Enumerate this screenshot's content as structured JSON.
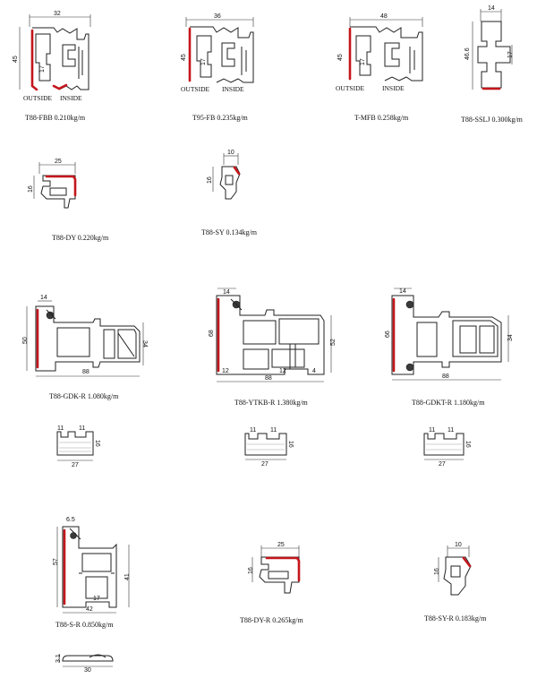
{
  "profiles": {
    "fbb": {
      "caption": "T88-FBB 0.210kg/m",
      "width": "32",
      "height": "45",
      "inner": "17",
      "outside": "OUTSIDE",
      "inside": "INSIDE"
    },
    "fb": {
      "caption": "T95-FB 0.235kg/m",
      "width": "36",
      "height": "45",
      "inner": "17",
      "outside": "OUTSIDE",
      "inside": "INSIDE"
    },
    "mfb": {
      "caption": "T-MFB 0.258kg/m",
      "width": "48",
      "height": "45",
      "inner": "17",
      "outside": "OUTSIDE",
      "inside": "INSIDE"
    },
    "sslj": {
      "caption": "T88-SSLJ 0.300kg/m",
      "width": "14",
      "height": "46.6",
      "inner": "17"
    },
    "dy": {
      "caption": "T88-DY 0.220kg/m",
      "width": "25",
      "height": "16"
    },
    "sy": {
      "caption": "T88-SY 0.134kg/m",
      "width": "10",
      "height": "16"
    },
    "gdk": {
      "caption": "T88-GDK-R 1.080kg/m",
      "top": "14",
      "left": "50",
      "right": "34",
      "bottom": "88"
    },
    "ytkb": {
      "caption": "T88-YTKB-R 1.380kg/m",
      "top": "14",
      "left": "68",
      "right": "52",
      "bottom": "88",
      "low1": "12",
      "low2": "12",
      "low3": "4"
    },
    "gdkt": {
      "caption": "T88-GDKT-R 1.180kg/m",
      "top": "14",
      "left": "66",
      "right": "34",
      "bottom": "88"
    },
    "ins1": {
      "top1": "11",
      "top2": "11",
      "side": "16",
      "bottom": "27"
    },
    "ins2": {
      "top1": "11",
      "top2": "11",
      "side": "16",
      "bottom": "27"
    },
    "ins3": {
      "top1": "11",
      "top2": "11",
      "side": "16",
      "bottom": "27"
    },
    "sr": {
      "caption": "T88-S-R 0.850kg/m",
      "top": "6.5",
      "left": "57",
      "right": "41",
      "inner": "17",
      "bottom": "42"
    },
    "dyr": {
      "caption": "T88-DY-R 0.265kg/m",
      "width": "25",
      "height": "16"
    },
    "syr": {
      "caption": "T88-SY-R 0.183kg/m",
      "width": "10",
      "height": "16"
    },
    "strip": {
      "height": "3.1",
      "width": "30"
    }
  },
  "colors": {
    "gasket": "#c4161c",
    "line": "#222222"
  }
}
